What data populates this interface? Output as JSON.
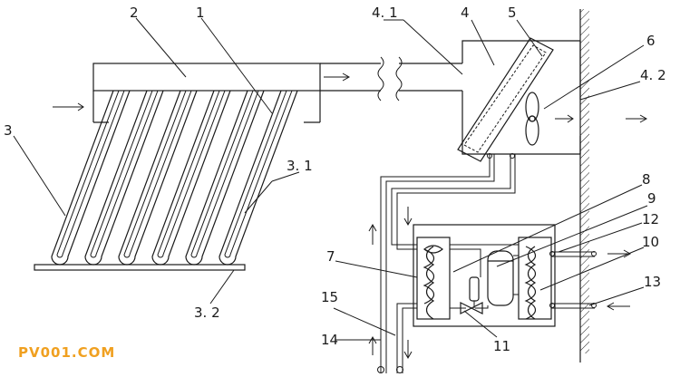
{
  "labels": {
    "l1": "1",
    "l2": "2",
    "l3": "3",
    "l3_1": "3. 1",
    "l3_2": "3. 2",
    "l4": "4",
    "l4_1": "4. 1",
    "l4_2": "4. 2",
    "l5": "5",
    "l6": "6",
    "l7": "7",
    "l8": "8",
    "l9": "9",
    "l10": "10",
    "l11": "11",
    "l12": "12",
    "l13": "13",
    "l14": "14",
    "l15": "15"
  },
  "watermark": "PV001.COM",
  "icons": {
    "flow_arrow": "arrow-icon",
    "valve": "valve-icon",
    "fan": "fan-icon"
  }
}
